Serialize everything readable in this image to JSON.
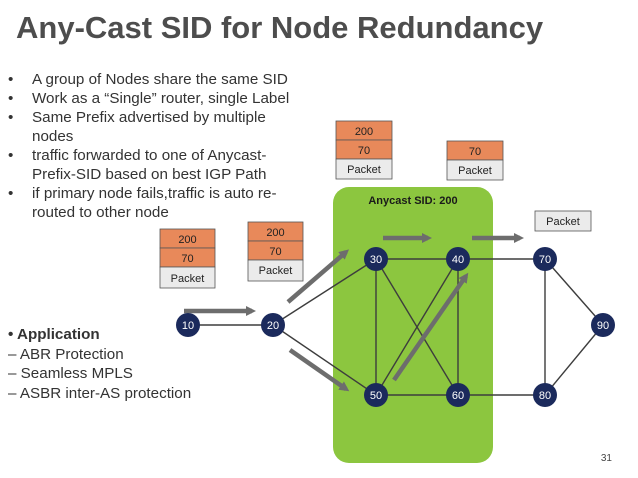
{
  "title": "Any-Cast SID for Node Redundancy",
  "bullets": [
    {
      "marker": "•",
      "text": "A group of Nodes share the same SID"
    },
    {
      "marker": "•",
      "text": " Work as a “Single” router, single Label"
    },
    {
      "marker": "•",
      "text": "Same Prefix advertised by multiple nodes"
    },
    {
      "marker": "•",
      "text": "traffic forwarded to one of Anycast-Prefix-SID based on best IGP Path"
    },
    {
      "marker": "•",
      "text": "if primary node fails,traffic is auto re-routed to other node"
    }
  ],
  "application": {
    "heading": "• Application",
    "items": [
      "– ABR Protection",
      "– Seamless MPLS",
      "– ASBR inter-AS protection"
    ]
  },
  "anycast_label": "Anycast SID: 200",
  "nodes": {
    "n10": "10",
    "n20": "20",
    "n30": "30",
    "n40": "40",
    "n50": "50",
    "n60": "60",
    "n70": "70",
    "n80": "80",
    "n90": "90"
  },
  "packets": {
    "p1": {
      "labels": [
        "200",
        "70"
      ],
      "payload": "Packet"
    },
    "p2": {
      "labels": [
        "200",
        "70"
      ],
      "payload": "Packet"
    },
    "p3": {
      "labels": [
        "200",
        "70"
      ],
      "payload": "Packet"
    },
    "p4": {
      "labels": [
        "70"
      ],
      "payload": "Packet"
    },
    "p5": {
      "labels": [],
      "payload": "Packet"
    }
  },
  "colors": {
    "node": "#1b2a5c",
    "label_box": "#e8895a",
    "packet_box": "#ebebeb",
    "anycast_area": "#8cc63f",
    "arrow": "#6d6d6d"
  },
  "page_number": "31"
}
